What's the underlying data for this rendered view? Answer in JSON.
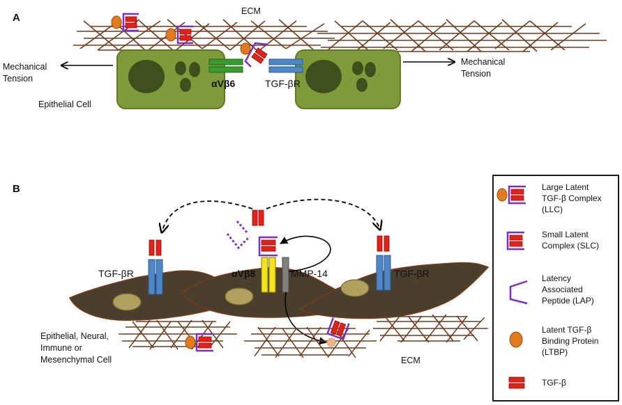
{
  "panels": {
    "a": "A",
    "b": "B"
  },
  "panel_a": {
    "ecm": "ECM",
    "tension_left": [
      "Mechanical",
      "Tension"
    ],
    "tension_right": [
      "Mechanical",
      "Tension"
    ],
    "integrin": "αVβ6",
    "receptor": "TGF-βR",
    "cell": "Epithelial Cell"
  },
  "panel_b": {
    "receptor_left": "TGF-βR",
    "receptor_right": "TGF-βR",
    "integrin": "αVβ8",
    "protease": "MMP-14",
    "cell": [
      "Epithelial, Neural,",
      "Immune or",
      "Mesenchymal Cell"
    ],
    "ecm": "ECM"
  },
  "legend": [
    {
      "icon": "llc-icon",
      "lines": [
        "Large Latent",
        "TGF-β Complex",
        "(LLC)"
      ]
    },
    {
      "icon": "slc-icon",
      "lines": [
        "Small Latent",
        "Complex (SLC)"
      ]
    },
    {
      "icon": "lap-icon",
      "lines": [
        "Latency",
        "Associated",
        "Peptide (LAP)"
      ]
    },
    {
      "icon": "ltbp-icon",
      "lines": [
        "Latent TGF-β",
        "Binding Protein",
        "(LTBP)"
      ]
    },
    {
      "icon": "tgfb-icon",
      "lines": [
        "TGF-β"
      ]
    }
  ],
  "colors": {
    "tgfb": "#e2231a",
    "lap": "#7b2fbf",
    "ltbp": "#e07b1f",
    "cell_a": "#7f9a3a",
    "cell_b": "#4a3f2c",
    "integrin_b6": "#3a9a2f",
    "receptor": "#4f86c6",
    "integrin_b8": "#f2e31a",
    "mmp14": "#808080",
    "ecm": "#6b3a1f"
  }
}
